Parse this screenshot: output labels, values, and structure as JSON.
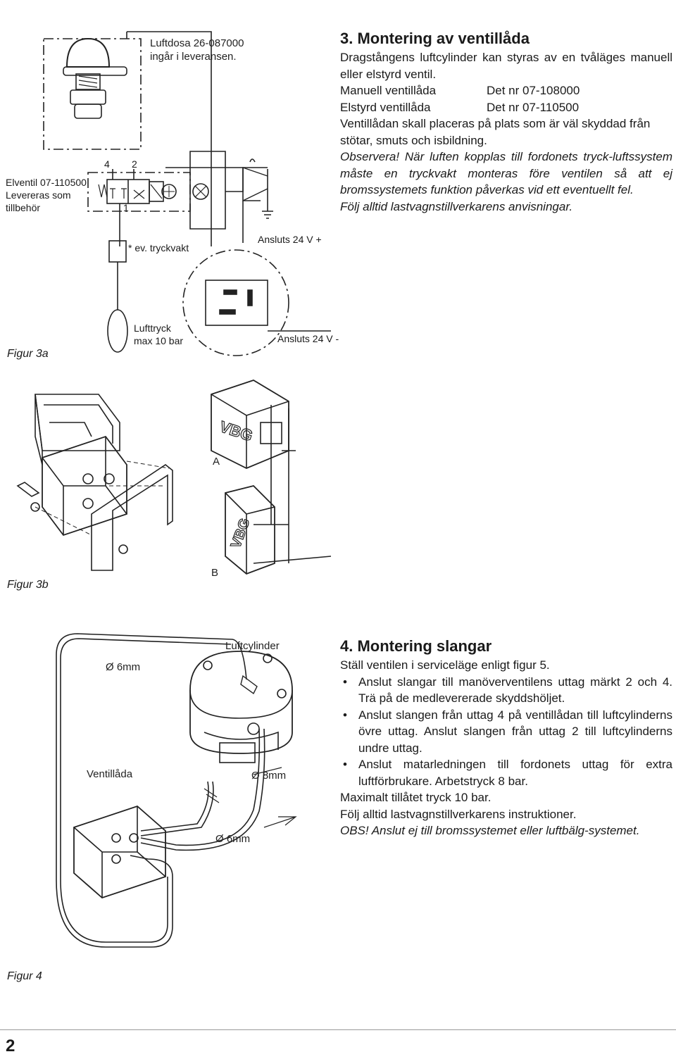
{
  "figure3a": {
    "luftdosa_line1": "Luftdosa 26-087000",
    "luftdosa_line2": "ingår i leveransen.",
    "elventil_line1": "Elventil 07-110500",
    "elventil_line2": "Levereras som",
    "elventil_line3": "tillbehör",
    "port4": "4",
    "port2": "2",
    "port1": "1",
    "tryckvakt": "* ev. tryckvakt",
    "ansluts_plus": "Ansluts 24 V +",
    "ansluts_minus": "Ansluts 24 V -",
    "lufttryck_line1": "Lufttryck",
    "lufttryck_line2": "max 10 bar",
    "caption": "Figur 3a"
  },
  "figure3b": {
    "label_a": "A",
    "label_b": "B",
    "caption": "Figur 3b"
  },
  "figure4": {
    "luftcylinder": "Luftcylinder",
    "d6mm_top": "Ø 6mm",
    "ventillada": "Ventillåda",
    "d8mm": "Ø 8mm",
    "d6mm_bottom": "Ø 6mm",
    "caption": "Figur 4"
  },
  "section3": {
    "title": "3. Montering av ventillåda",
    "intro": "Dragstångens luftcylinder kan styras av en tvåläges manuell eller elstyrd ventil.",
    "row1_label": "Manuell ventillåda",
    "row1_value": "Det nr 07-108000",
    "row2_label": "Elstyrd ventillåda",
    "row2_value": "Det nr 07-110500",
    "placement": "Ventillådan skall placeras på plats som är väl skyddad från stötar, smuts och isbildning.",
    "warning": "Observera! När luften kopplas till fordonets tryck-luftssystem måste en tryckvakt monteras före ventilen så att ej bromssystemets funktion påverkas vid ett eventuellt fel.",
    "follow": "Följ alltid lastvagnstillverkarens anvisningar."
  },
  "section4": {
    "title": "4. Montering slangar",
    "line1": "Ställ ventilen i serviceläge enligt figur 5.",
    "bullet1": "Anslut slangar till manöverventilens uttag märkt 2 och 4. Trä på de medlevererade skyddshöljet.",
    "bullet2": "Anslut slangen från uttag 4 på ventillådan till luftcylinderns övre uttag. Anslut slangen från uttag 2 till luftcylinderns undre uttag.",
    "bullet3": "Anslut matarledningen till fordonets uttag för extra luftförbrukare. Arbetstryck 8 bar.",
    "max": "Maximalt tillåtet tryck 10 bar.",
    "follow": "Följ alltid lastvagnstillverkarens instruktioner.",
    "obs": "OBS! Anslut ej till bromssystemet eller luftbälg-systemet."
  },
  "page_number": "2"
}
